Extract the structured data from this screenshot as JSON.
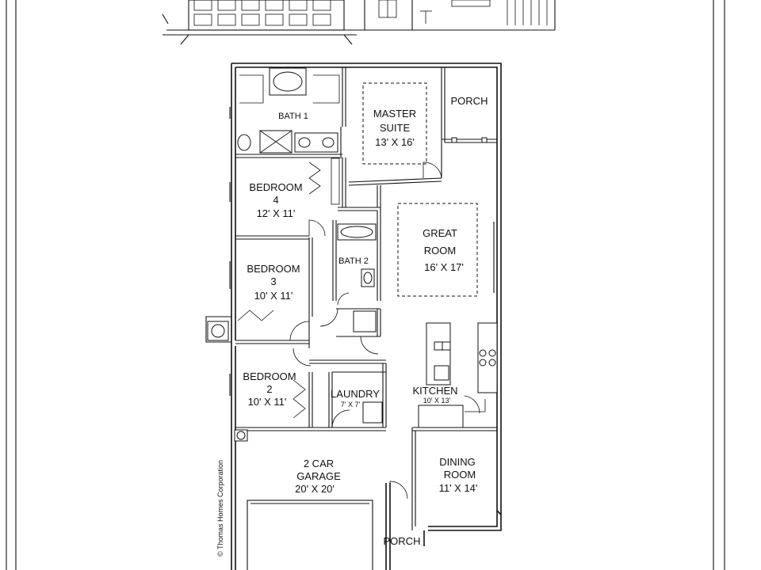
{
  "rooms": {
    "master": {
      "name_1": "MASTER",
      "name_2": "SUITE",
      "size": "13' X 16'"
    },
    "porch_top": {
      "name": "PORCH"
    },
    "bath1": {
      "name": "BATH 1"
    },
    "bedroom4": {
      "name": "BEDROOM",
      "number": "4",
      "size": "12' X 11'"
    },
    "great_room": {
      "name_1": "GREAT",
      "name_2": "ROOM",
      "size": "16' X 17'"
    },
    "bath2": {
      "name": "BATH 2"
    },
    "bedroom3": {
      "name": "BEDROOM",
      "number": "3",
      "size": "10' X 11'"
    },
    "bedroom2": {
      "name": "BEDROOM",
      "number": "2",
      "size": "10' X 11'"
    },
    "laundry": {
      "name": "LAUNDRY",
      "size": "7' X 7'"
    },
    "kitchen": {
      "name": "KITCHEN",
      "size": "10' X 13'"
    },
    "garage": {
      "name_1": "2 CAR",
      "name_2": "GARAGE",
      "size": "20' X 20'"
    },
    "dining": {
      "name_1": "DINING",
      "name_2": "ROOM",
      "size": "11' X 14'"
    },
    "porch_bottom": {
      "name": "PORCH"
    }
  },
  "copyright": "© Thomas Homes Corporation"
}
